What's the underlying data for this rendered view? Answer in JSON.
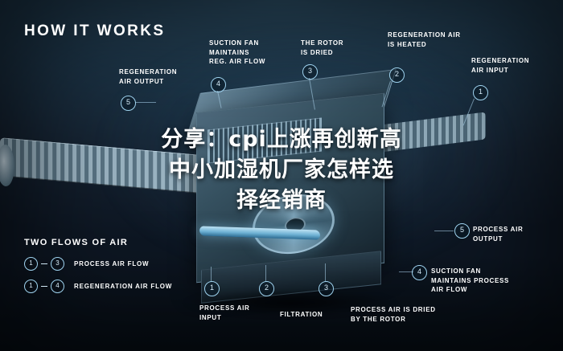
{
  "heading": "HOW IT WORKS",
  "callouts": [
    {
      "marker": "5",
      "text": "REGENERATION\nAIR OUTPUT"
    },
    {
      "marker": "4",
      "text": "SUCTION FAN\nMAINTAINS\nREG. AIR FLOW"
    },
    {
      "marker": "3",
      "text": "THE ROTOR\nIS DRIED"
    },
    {
      "marker": "2",
      "text": "REGENERATION AIR\nIS HEATED"
    },
    {
      "marker": "1",
      "text": "REGENERATION\nAIR INPUT"
    },
    {
      "marker": "5",
      "text": "PROCESS AIR\nOUTPUT"
    },
    {
      "marker": "4",
      "text": "SUCTION FAN\nMAINTAINS PROCESS\nAIR FLOW"
    },
    {
      "marker": "1",
      "text": "PROCESS AIR\nINPUT"
    },
    {
      "marker": "2",
      "text": "FILTRATION"
    },
    {
      "marker": "3",
      "text": "PROCESS AIR IS DRIED\nBY THE ROTOR"
    }
  ],
  "legend": {
    "title": "TWO FLOWS OF AIR",
    "rows": [
      {
        "from": "1",
        "to": "3",
        "label": "PROCESS AIR FLOW"
      },
      {
        "from": "1",
        "to": "4",
        "label": "REGENERATION AIR FLOW"
      }
    ]
  },
  "overlay": {
    "line1": "分享：cpi上涨再创新高",
    "line2": "中小加湿机厂家怎样选",
    "line3": "择经销商"
  },
  "colors": {
    "background": "#14202e",
    "accent": "#9fd3ef",
    "text": "#ffffff"
  }
}
